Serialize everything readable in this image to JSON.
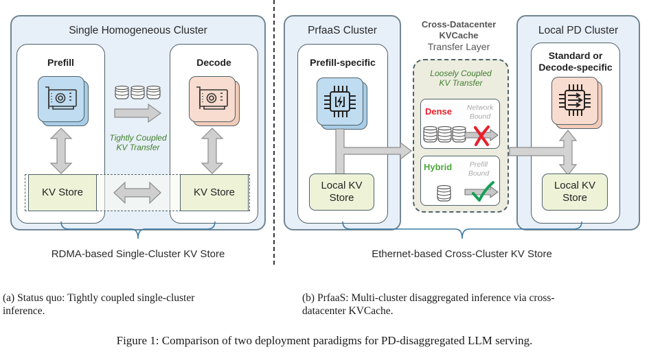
{
  "panel_a": {
    "cluster_title": "Single Homogeneous Cluster",
    "prefill_label": "Prefill",
    "decode_label": "Decode",
    "transfer_label_line1": "Tightly Coupled",
    "transfer_label_line2": "KV Transfer",
    "kv_store_left": "KV Store",
    "kv_store_right": "KV Store",
    "bottom_label": "RDMA-based Single-Cluster KV Store",
    "caption_line1": "(a) Status quo: Tightly coupled single-cluster",
    "caption_line2": "inference."
  },
  "panel_b": {
    "prfaas_title": "PrfaaS Cluster",
    "prefill_specific_label": "Prefill-specific",
    "local_kv_left_line1": "Local KV",
    "local_kv_left_line2": "Store",
    "transfer_layer_line1": "Cross-Datacenter",
    "transfer_layer_line2": "KVCache",
    "transfer_layer_line3": "Transfer Layer",
    "loose_label_line1": "Loosely Coupled",
    "loose_label_line2": "KV Transfer",
    "dense_label": "Dense",
    "dense_bound_line1": "Network",
    "dense_bound_line2": "Bound",
    "hybrid_label": "Hybrid",
    "hybrid_bound_line1": "Prefill",
    "hybrid_bound_line2": "Bound",
    "local_pd_title": "Local PD Cluster",
    "decode_specific_line1": "Standard or",
    "decode_specific_line2": "Decode-specific",
    "local_kv_right_line1": "Local KV",
    "local_kv_right_line2": "Store",
    "bottom_label": "Ethernet-based Cross-Cluster KV Store",
    "caption_line1": "(b) PrfaaS: Multi-cluster disaggregated inference via cross-",
    "caption_line2": "datacenter KVCache."
  },
  "figure_caption": "Figure 1: Comparison of two deployment paradigms for PD-disaggregated LLM serving.",
  "colors": {
    "cluster_bg": "#e7eff8",
    "prefill_chip": "#bfdcf0",
    "decode_chip": "#f8dccf",
    "kv_store": "#eef3d8",
    "transfer_layer_bg": "#ececdf",
    "dense_red": "#e8202a",
    "hybrid_green": "#4caa3a",
    "check_green": "#14a055",
    "italic_green": "#3f7f2c",
    "brace_blue": "#3b7aa5"
  }
}
